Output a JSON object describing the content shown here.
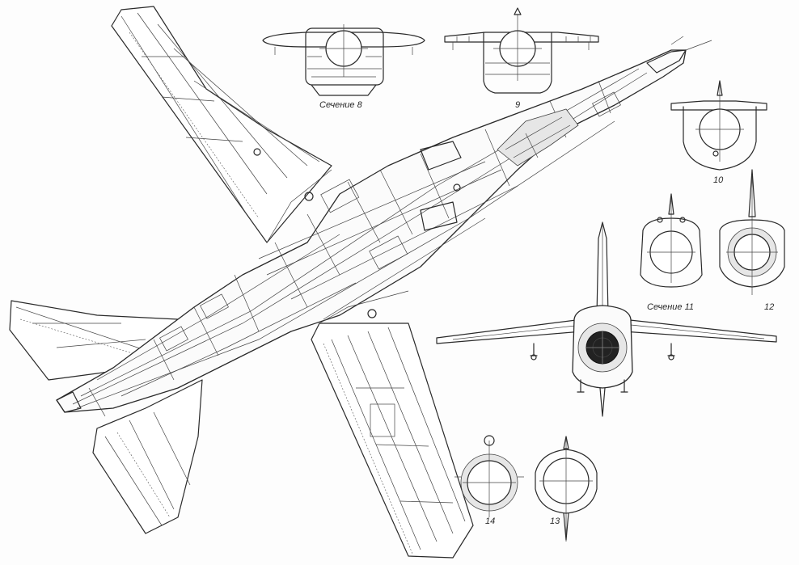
{
  "labels": {
    "section_8": "Сечение 8",
    "section_9": "9",
    "section_10": "10",
    "section_11": "Сечение 11",
    "section_12": "12",
    "section_13": "13",
    "section_14": "14"
  }
}
